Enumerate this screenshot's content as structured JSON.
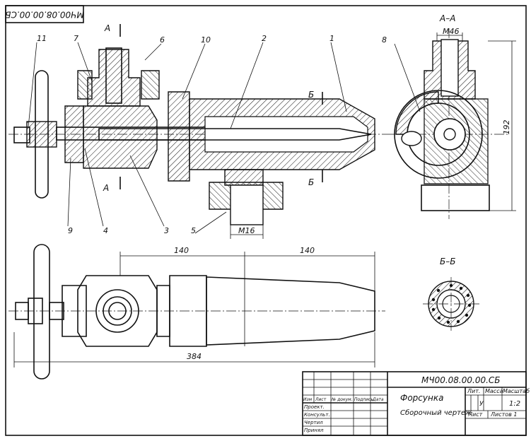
{
  "drawing_code": "МЧ00.08.00.00.СБ",
  "drawing_code_rotated": "МЧ00.08.00.00.СБ",
  "part_name": "Форсунка",
  "document_type": "Сборочный чертеж",
  "scale": "1:2",
  "stage_letter": "У",
  "sheets_label": "Листов 1",
  "sheet_label": "Лист",
  "title_block_headers": {
    "lit": "Лит.",
    "mass": "Масса",
    "scale": "Масштаб",
    "izm": "Изм",
    "list": "Лист",
    "doc_no": "№ докум.",
    "signature": "Подпись",
    "date": "Дата"
  },
  "title_block_roles": [
    "Проект.",
    "Консульт.",
    "Чертил",
    "Принял"
  ],
  "section_labels": {
    "section_a": "А–А",
    "section_b": "Б–Б",
    "cut_a": "А",
    "cut_b": "Б"
  },
  "part_numbers": [
    "1",
    "2",
    "3",
    "4",
    "5",
    "6",
    "7",
    "8",
    "9",
    "10",
    "11"
  ],
  "dimensions": {
    "thread_top": "М46",
    "thread_bottom": "М16",
    "height_section": "192",
    "length_left": "140",
    "length_right": "140",
    "overall_length": "384"
  }
}
